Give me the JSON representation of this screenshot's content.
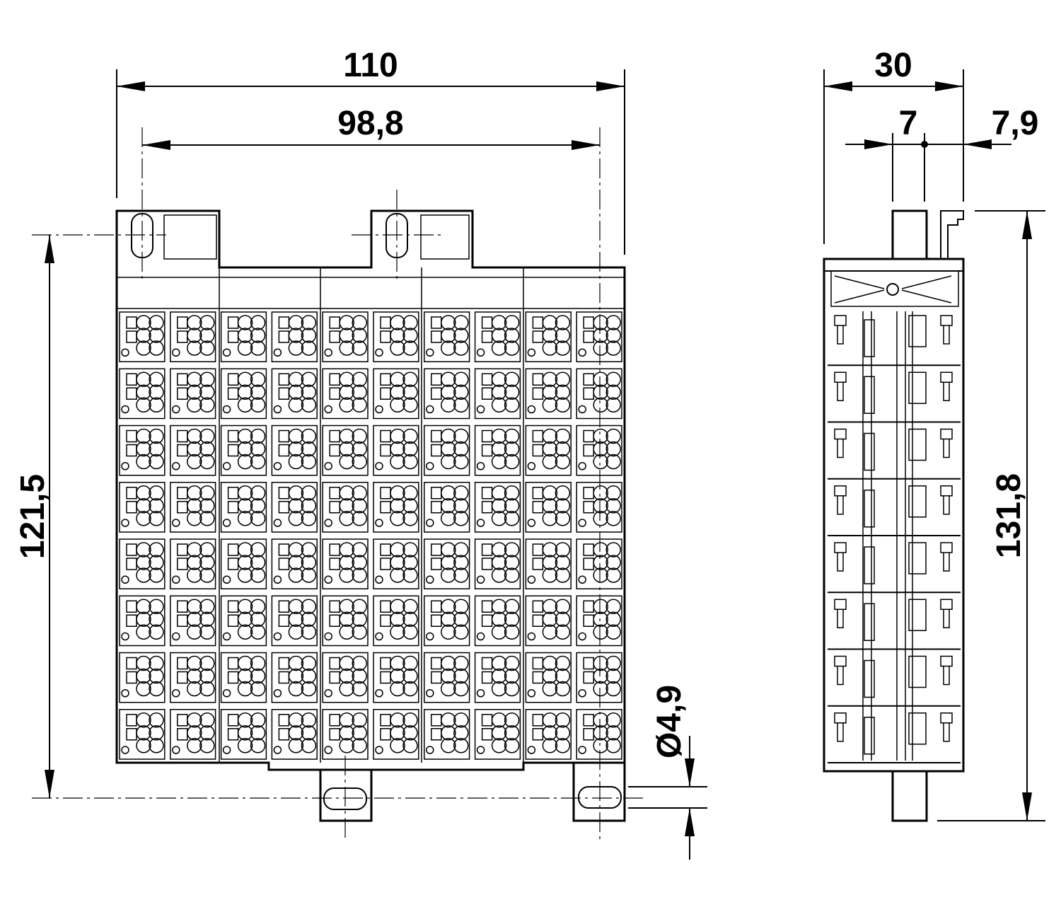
{
  "dimensions": {
    "front_width_overall": "110",
    "front_hole_spacing": "98,8",
    "front_height": "121,5",
    "hole_diameter": "Ø4,9",
    "side_depth_overall": "30",
    "side_offset_a": "7",
    "side_offset_b": "7,9",
    "side_height": "131,8"
  },
  "grid": {
    "columns": 10,
    "rows": 8
  },
  "side_grid": {
    "rows": 8
  },
  "colors": {
    "line": "#000000",
    "background": "#ffffff"
  }
}
